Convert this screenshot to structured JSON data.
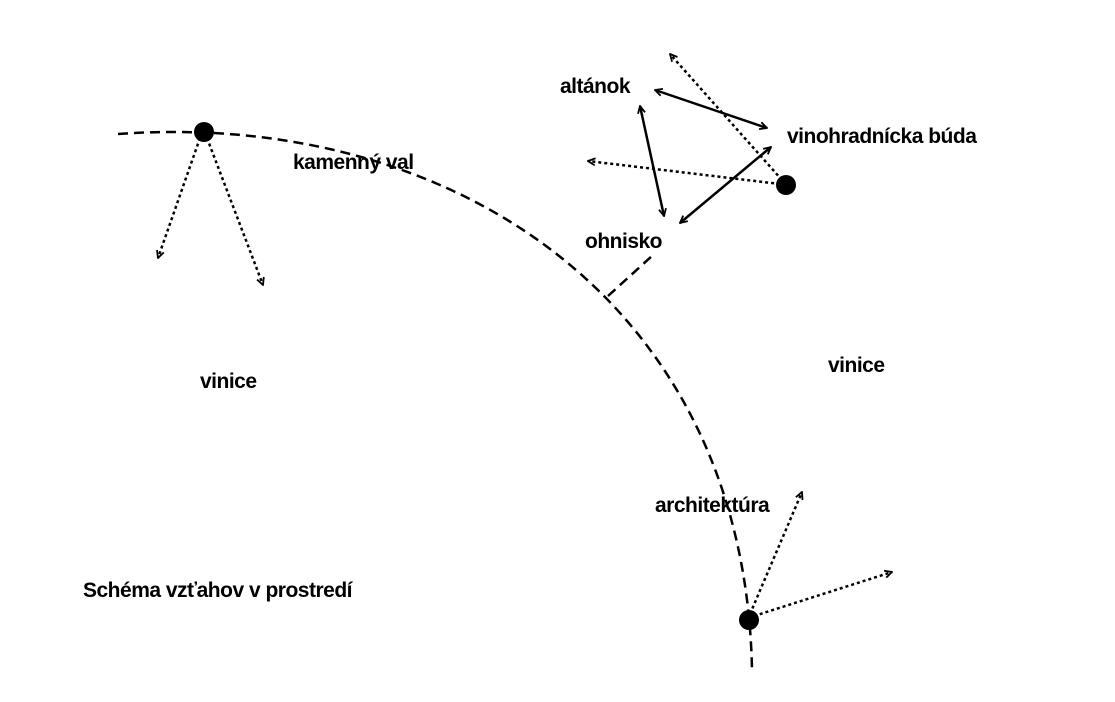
{
  "labels": {
    "altanok": "altánok",
    "vinohradnicka_buda": "vinohradnícka búda",
    "ohnisko": "ohnisko",
    "kamenny_val": "kamenný val",
    "vinice_left": "vinice",
    "vinice_right": "vinice",
    "architektura": "architektúra",
    "title": "Schéma vzťahov v prostredí"
  },
  "colors": {
    "ink": "#000000",
    "background": "#ffffff"
  }
}
